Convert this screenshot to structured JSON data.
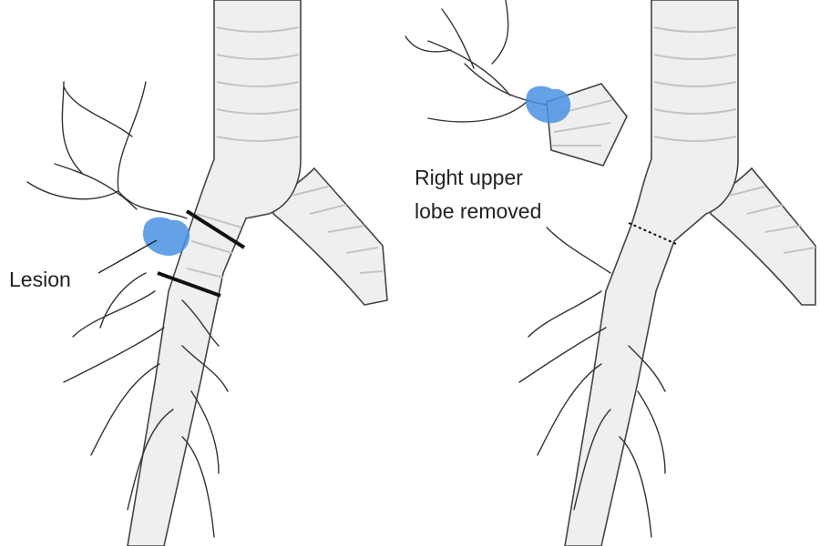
{
  "labels": {
    "lesion": "Lesion",
    "removed_line1": "Right upper",
    "removed_line2": "lobe removed"
  },
  "colors": {
    "lesion": "#4a90e2",
    "airway_fill": "#efefef",
    "outline": "#444444"
  }
}
